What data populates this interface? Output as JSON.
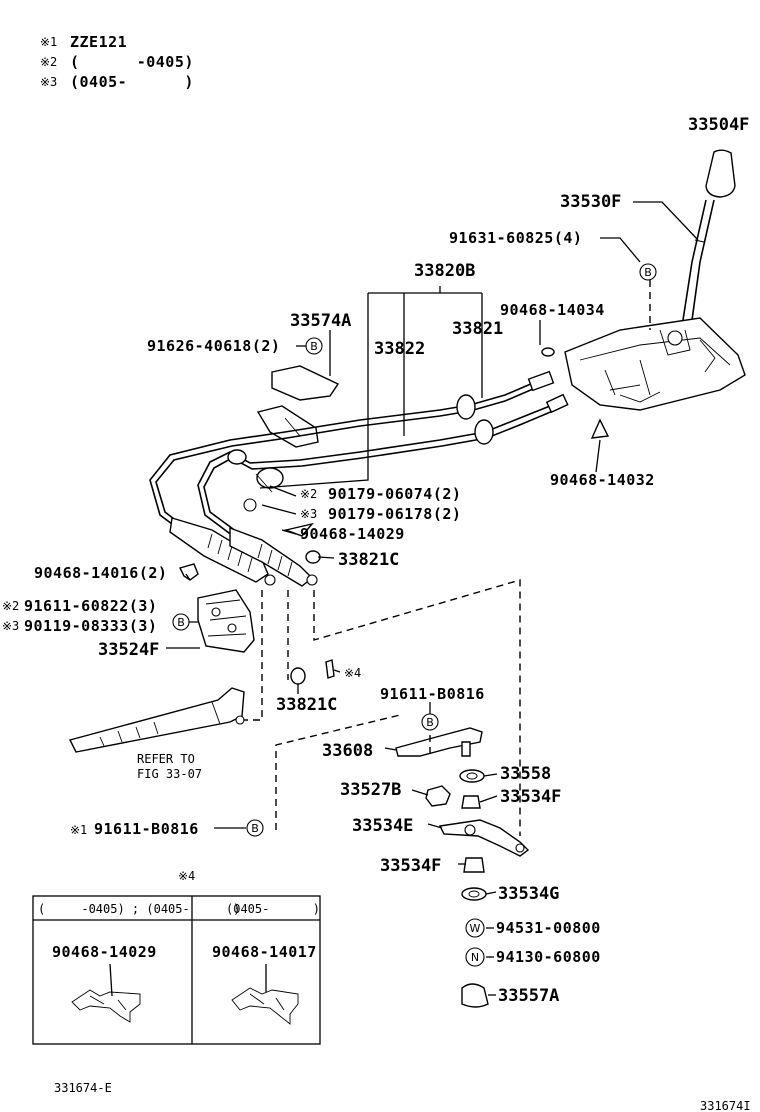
{
  "notes": [
    {
      "mark": "※1",
      "text": "ZZE121"
    },
    {
      "mark": "※2",
      "text": "(      -0405)"
    },
    {
      "mark": "※3",
      "text": "(0405-      )"
    }
  ],
  "labels": {
    "p33504F": "33504F",
    "p33530F": "33530F",
    "p91631": "91631-60825(4)",
    "p33820B": "33820B",
    "p33574A": "33574A",
    "p90468_14034": "90468-14034",
    "p33821": "33821",
    "p91626": "91626-40618(2)",
    "p33822": "33822",
    "p90468_14032": "90468-14032",
    "p90179_06074": "90179-06074(2)",
    "p90179_06178": "90179-06178(2)",
    "p90468_14029": "90468-14029",
    "p33821C_a": "33821C",
    "p90468_14016": "90468-14016(2)",
    "p91611_60822": "91611-60822(3)",
    "p90119_08333": "90119-08333(3)",
    "p33524F": "33524F",
    "p33821C_b": "33821C",
    "p91611_B0816_a": "91611-B0816",
    "p33608": "33608",
    "p33558": "33558",
    "p33527B": "33527B",
    "p33534F_a": "33534F",
    "p33534E": "33534E",
    "p33534F_b": "33534F",
    "p33534G": "33534G",
    "p94531": "94531-00800",
    "p94130": "94130-60800",
    "p33557A": "33557A",
    "p91611_B0816_b": "91611-B0816"
  },
  "marks": {
    "m2": "※2",
    "m3": "※3",
    "m4": "※4",
    "m1": "※1",
    "m2b": "※2",
    "m3b": "※3",
    "m4box": "※4"
  },
  "circle_letters": {
    "b": "B",
    "w": "W",
    "n": "N"
  },
  "refer": {
    "line1": "REFER TO",
    "line2": "FIG 33-07"
  },
  "table": {
    "col1_header": "(     -0405) ; (0405-      )",
    "col2_header": "(0405-      )",
    "col1_part": "90468-14029",
    "col2_part": "90468-14017"
  },
  "footer": {
    "left_code": "331674-E",
    "right_code": "331674I"
  }
}
